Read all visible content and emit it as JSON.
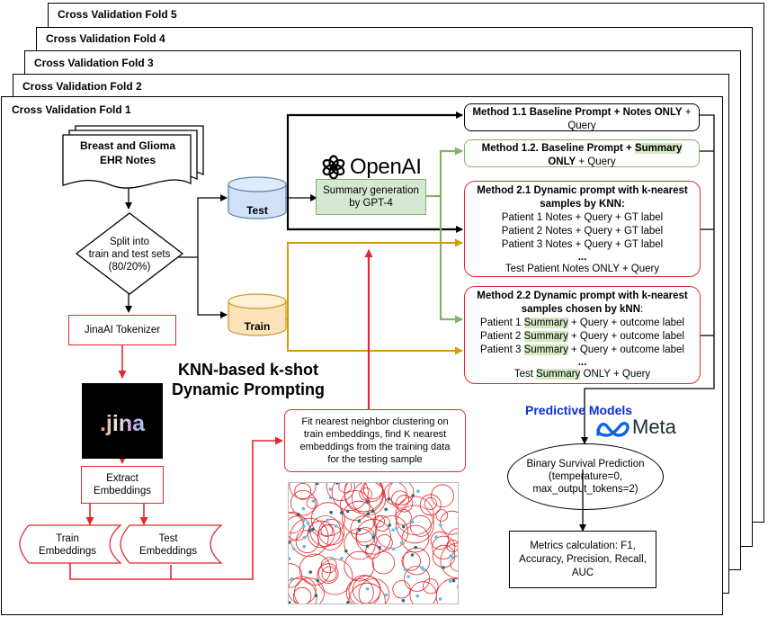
{
  "folds": [
    {
      "title": "Cross Validation Fold 5"
    },
    {
      "title": "Cross Validation Fold 4"
    },
    {
      "title": "Cross Validation Fold 3"
    },
    {
      "title": "Cross Validation Fold 2"
    },
    {
      "title": "Cross Validation Fold 1"
    }
  ],
  "notes_doc": {
    "line1": "Breast and Glioma",
    "line2": "EHR Notes"
  },
  "split": {
    "line1": "Split into",
    "line2": "train and test sets",
    "line3": "(80/20%)"
  },
  "test_db": {
    "label": "Test",
    "color": "#cfe0f7"
  },
  "train_db": {
    "label": "Train",
    "color": "#fde3b8"
  },
  "openai": {
    "label": "OpenAI"
  },
  "summary_box": {
    "line1": "Summary generation",
    "line2": "by GPT-4"
  },
  "tokenizer": {
    "label": "JinaAI Tokenizer"
  },
  "jina_logo": {
    "text": ".jina"
  },
  "extract": {
    "line1": "Extract",
    "line2": "Embeddings"
  },
  "train_emb": {
    "line1": "Train",
    "line2": "Embeddings"
  },
  "test_emb": {
    "line1": "Test",
    "line2": "Embeddings"
  },
  "knn_title": {
    "line1": "KNN-based k-shot",
    "line2": "Dynamic Prompting"
  },
  "fit_box": {
    "line1": "Fit nearest neighbor clustering on",
    "line2": "train embeddings, find K nearest",
    "line3": "embeddings from the training data",
    "line4": "for the testing sample"
  },
  "method11": {
    "bold": "Method 1.1 Baseline Prompt + Notes ONLY",
    "rest": " + ",
    "line2": "Query"
  },
  "method12": {
    "bold_a": "Method 1.2. Baseline Prompt + ",
    "hl": "Summary",
    "bold_b": "ONLY",
    "rest": " + Query"
  },
  "method21": {
    "title1": "Method 2.1 Dynamic prompt with k-nearest",
    "title2": "samples by KNN:",
    "lines": [
      "Patient 1 Notes + Query + GT label",
      "Patient 2 Notes + Query + GT label",
      "Patient 3 Notes + Query + GT label"
    ],
    "dots": "...",
    "last": "Test Patient Notes ONLY + Query"
  },
  "method22": {
    "title1": "Method 2.2 Dynamic prompt with k-nearest",
    "title2": "samples chosen by kNN",
    "title_colon": ":",
    "hl": "Summary",
    "p1": "Patient 1 ",
    "p2": "Patient 2 ",
    "p3": "Patient 3 ",
    "rest": " + Query + outcome label",
    "dots": "...",
    "last_a": "Test ",
    "last_b": " ONLY + Query"
  },
  "predictive": {
    "label": "Predictive Models"
  },
  "meta": {
    "label": "Meta"
  },
  "binary": {
    "line1": "Binary Survival Prediction",
    "line2": "(temperature=0,",
    "line3": "max_output_tokens=2)"
  },
  "metrics": {
    "line1": "Metrics calculation: F1,",
    "line2": "Accuracy, Precision, Recall,",
    "line3": "AUC"
  },
  "colors": {
    "red": "#e0292e",
    "green": "#82b366",
    "gold": "#d79b00",
    "blue": "#0b2cd8",
    "black": "#000000"
  },
  "icons": [
    "openai-logo-icon",
    "meta-logo-icon",
    "jina-logo-icon"
  ]
}
